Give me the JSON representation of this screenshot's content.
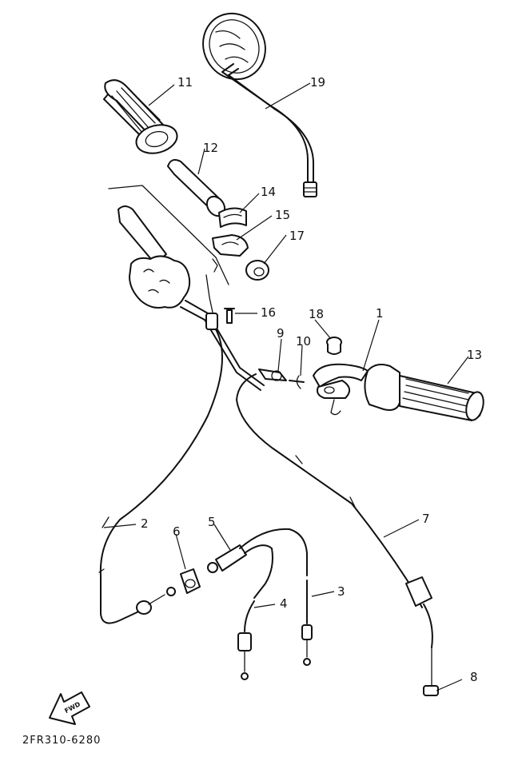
{
  "callouts": [
    {
      "id": "c1",
      "text": "1"
    },
    {
      "id": "c2",
      "text": "2"
    },
    {
      "id": "c3",
      "text": "3"
    },
    {
      "id": "c4",
      "text": "4"
    },
    {
      "id": "c5",
      "text": "5"
    },
    {
      "id": "c6",
      "text": "6"
    },
    {
      "id": "c7",
      "text": "7"
    },
    {
      "id": "c8",
      "text": "8"
    },
    {
      "id": "c9",
      "text": "9"
    },
    {
      "id": "c10",
      "text": "10"
    },
    {
      "id": "c11",
      "text": "11"
    },
    {
      "id": "c12",
      "text": "12"
    },
    {
      "id": "c13",
      "text": "13"
    },
    {
      "id": "c14",
      "text": "14"
    },
    {
      "id": "c15",
      "text": "15"
    },
    {
      "id": "c16",
      "text": "16"
    },
    {
      "id": "c17",
      "text": "17"
    },
    {
      "id": "c18",
      "text": "18"
    },
    {
      "id": "c19",
      "text": "19"
    }
  ],
  "fwd_arrow_label": "FWD",
  "diagram_code": "2FR310-6280"
}
